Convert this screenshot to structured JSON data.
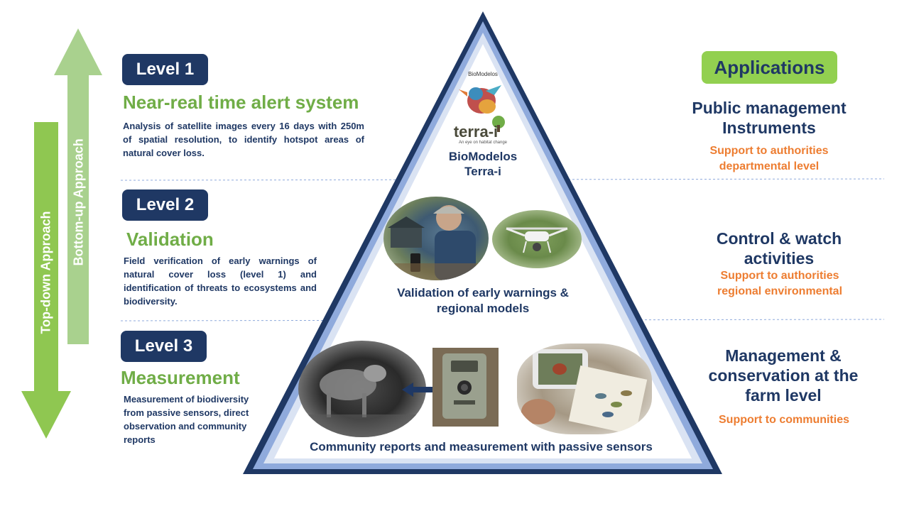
{
  "arrows": {
    "bottom_up_label": "Bottom-up Approach",
    "top_down_label": "Top-down Approach"
  },
  "levels": [
    {
      "badge": "Level 1",
      "title": "Near-real time alert system",
      "description": "Analysis of satellite images every 16 days with 250m of spatial resolution, to identify hotspot areas of natural cover loss."
    },
    {
      "badge": "Level 2",
      "title": "Validation",
      "description": "Field verification of early warnings of natural cover loss (level 1) and identification of threats to ecosystems and biodiversity."
    },
    {
      "badge": "Level 3",
      "title": "Measurement",
      "description": "Measurement of biodiversity from passive sensors, direct observation and community reports"
    }
  ],
  "pyramid": {
    "top": {
      "logo_biomodelos": "BioModelos",
      "logo_terrai": "terra-i",
      "logo_terrai_tagline": "An eye on habitat change",
      "caption_line1": "BioModelos",
      "caption_line2": "Terra-i"
    },
    "middle": {
      "caption": "Validation of early warnings & regional models"
    },
    "bottom": {
      "caption": "Community reports and measurement with passive sensors"
    }
  },
  "applications": {
    "header": "Applications",
    "items": [
      {
        "title": "Public management Instruments",
        "subtitle": "Support to authorities departmental level"
      },
      {
        "title": "Control & watch activities",
        "subtitle": "Support to authorities regional environmental"
      },
      {
        "title": "Management & conservation at the farm level",
        "subtitle": "Support to communities"
      }
    ]
  },
  "colors": {
    "navy": "#1f3864",
    "green": "#70ad47",
    "light_green": "#92d050",
    "orange": "#ed7d31",
    "pyramid_border": "#1f3864",
    "pyramid_mid": "#8faadc",
    "pyramid_light": "#dae3f3"
  }
}
